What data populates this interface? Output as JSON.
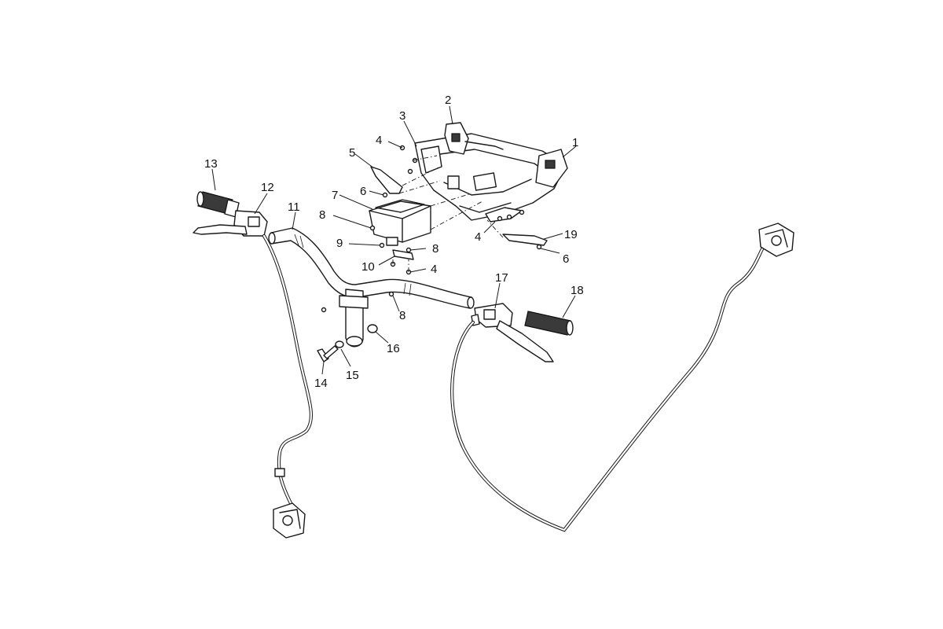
{
  "diagram": {
    "callouts": [
      {
        "id": "c1",
        "text": "1"
      },
      {
        "id": "c2",
        "text": "2"
      },
      {
        "id": "c3",
        "text": "3"
      },
      {
        "id": "c4a",
        "text": "4"
      },
      {
        "id": "c4b",
        "text": "4"
      },
      {
        "id": "c4c",
        "text": "4"
      },
      {
        "id": "c5",
        "text": "5"
      },
      {
        "id": "c6a",
        "text": "6"
      },
      {
        "id": "c6b",
        "text": "6"
      },
      {
        "id": "c7",
        "text": "7"
      },
      {
        "id": "c8a",
        "text": "8"
      },
      {
        "id": "c8b",
        "text": "8"
      },
      {
        "id": "c8c",
        "text": "8"
      },
      {
        "id": "c9",
        "text": "9"
      },
      {
        "id": "c10",
        "text": "10"
      },
      {
        "id": "c11",
        "text": "11"
      },
      {
        "id": "c12",
        "text": "12"
      },
      {
        "id": "c13",
        "text": "13"
      },
      {
        "id": "c14",
        "text": "14"
      },
      {
        "id": "c15",
        "text": "15"
      },
      {
        "id": "c16",
        "text": "16"
      },
      {
        "id": "c17",
        "text": "17"
      },
      {
        "id": "c18",
        "text": "18"
      },
      {
        "id": "c19",
        "text": "19"
      }
    ]
  }
}
